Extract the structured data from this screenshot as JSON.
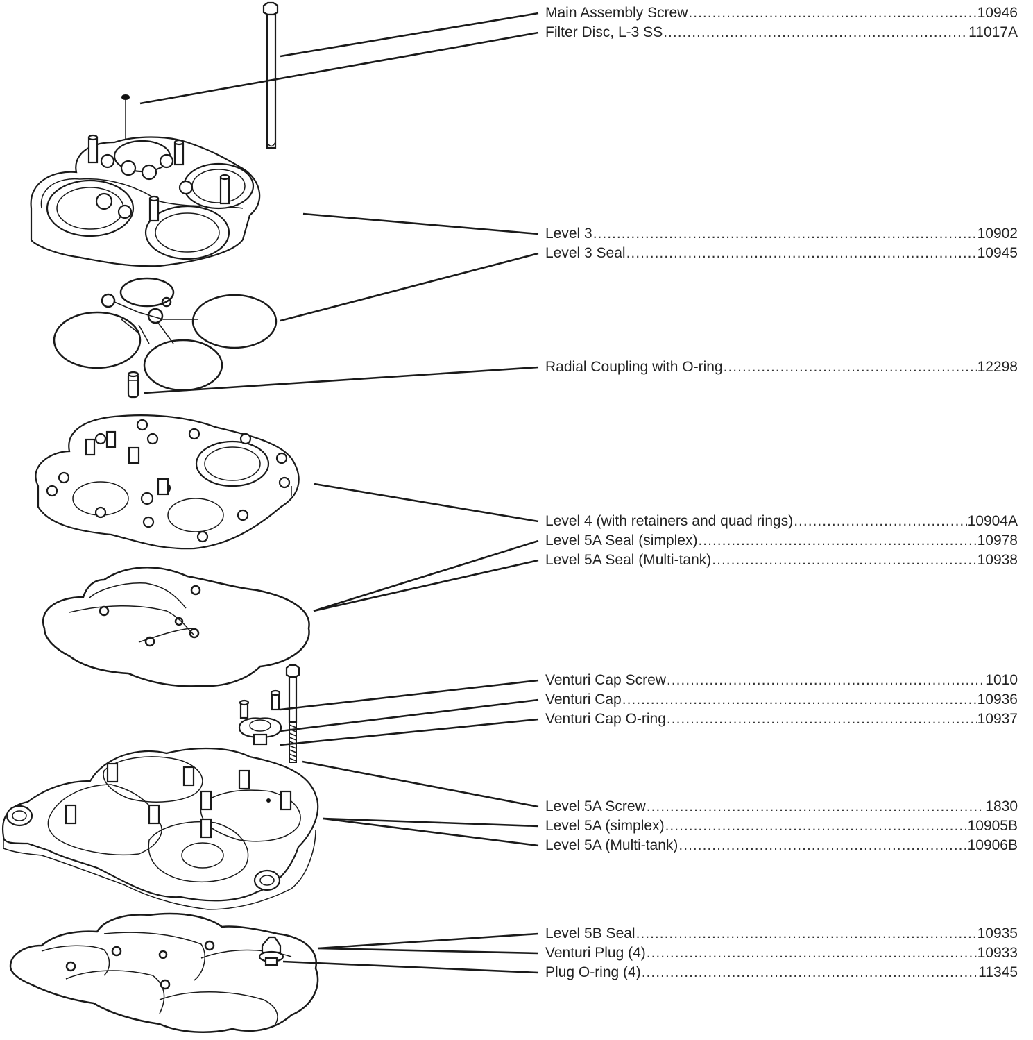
{
  "parts": [
    {
      "name": "Main Assembly Screw",
      "pn": "10946"
    },
    {
      "name": "Filter Disc, L-3 SS",
      "pn": "11017A"
    },
    {
      "name": "Level 3",
      "pn": "10902"
    },
    {
      "name": "Level 3 Seal",
      "pn": "10945"
    },
    {
      "name": "Radial Coupling with O-ring",
      "pn": "12298"
    },
    {
      "name": "Level 4 (with retainers and quad rings)",
      "pn": "10904A"
    },
    {
      "name": "Level 5A Seal (simplex)",
      "pn": "10978"
    },
    {
      "name": "Level 5A Seal (Multi-tank)",
      "pn": "10938"
    },
    {
      "name": "Venturi Cap Screw",
      "pn": "1010"
    },
    {
      "name": "Venturi Cap",
      "pn": "10936"
    },
    {
      "name": "Venturi Cap O-ring",
      "pn": "10937"
    },
    {
      "name": "Level 5A Screw",
      "pn": "1830"
    },
    {
      "name": "Level 5A (simplex)",
      "pn": "10905B"
    },
    {
      "name": "Level 5A (Multi-tank)",
      "pn": "10906B"
    },
    {
      "name": "Level 5B Seal",
      "pn": "10935"
    },
    {
      "name": "Venturi Plug (4)",
      "pn": "10933"
    },
    {
      "name": "Plug O-ring (4)",
      "pn": "11345"
    }
  ]
}
